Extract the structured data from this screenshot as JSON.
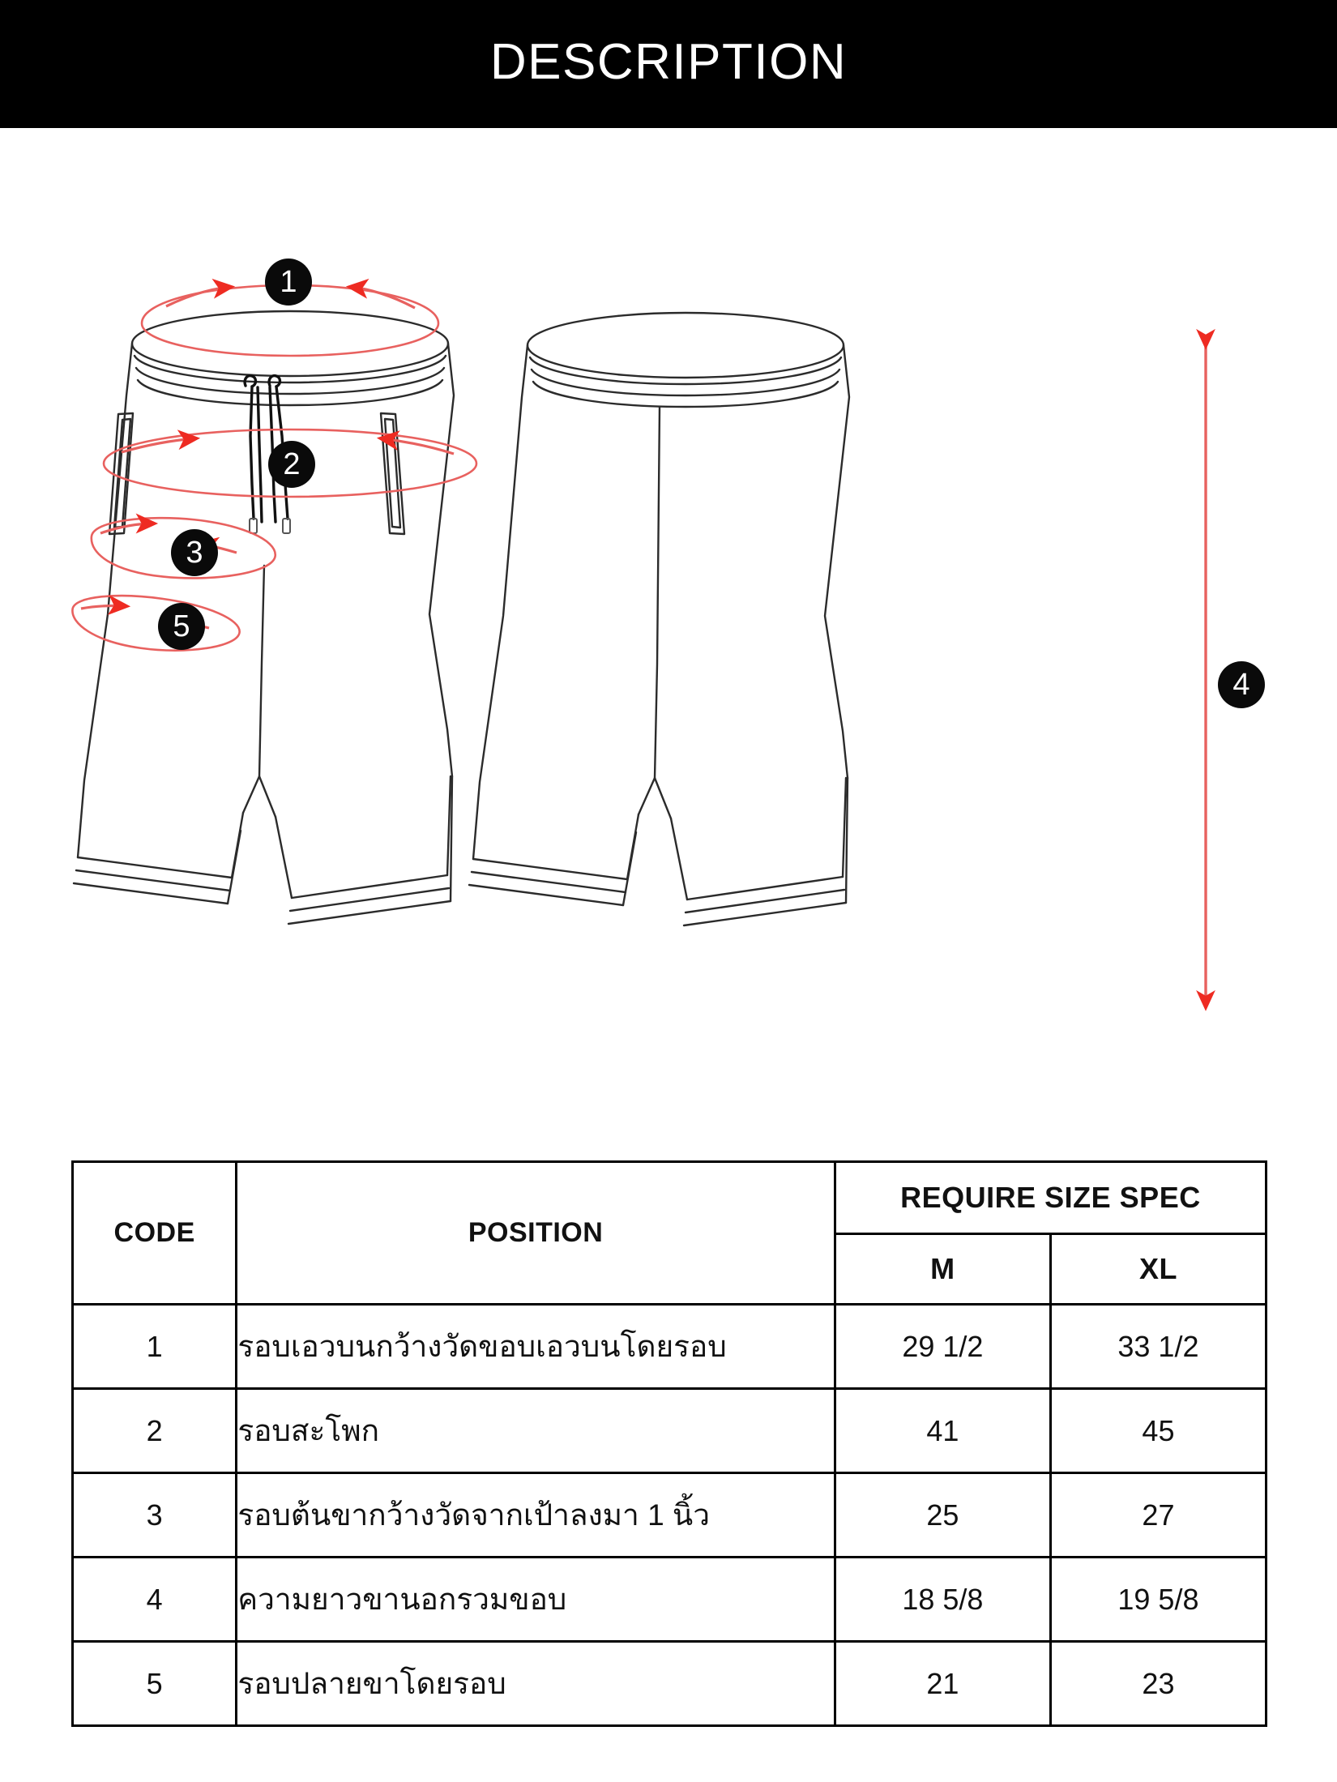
{
  "header": {
    "title": "DESCRIPTION"
  },
  "illustration": {
    "front_view_name": "shorts-front-technical-drawing",
    "back_view_name": "shorts-back-technical-drawing",
    "markers": [
      {
        "id": "1",
        "label": "1",
        "kind": "circumference-ellipse",
        "target": "upper waistband"
      },
      {
        "id": "2",
        "label": "2",
        "kind": "circumference-ellipse",
        "target": "hip"
      },
      {
        "id": "3",
        "label": "3",
        "kind": "circumference-ellipse",
        "target": "thigh"
      },
      {
        "id": "4",
        "label": "4",
        "kind": "vertical-double-arrow",
        "target": "outseam length"
      },
      {
        "id": "5",
        "label": "5",
        "kind": "circumference-ellipse",
        "target": "leg opening"
      }
    ],
    "colors": {
      "measure_line": "#e8615f",
      "arrow_head": "#ee2b22",
      "garment_line": "#2b2b2b",
      "marker_fill": "#0a0a0a",
      "marker_text": "#ffffff"
    }
  },
  "table": {
    "headers": {
      "code": "CODE",
      "position": "POSITION",
      "spec_group": "REQUIRE SIZE SPEC",
      "size_m": "M",
      "size_xl": "XL"
    },
    "rows": [
      {
        "code": "1",
        "position": "รอบเอวบนกว้างวัดขอบเอวบนโดยรอบ",
        "m": "29 1/2",
        "xl": "33 1/2"
      },
      {
        "code": "2",
        "position": "รอบสะโพก",
        "m": "41",
        "xl": "45"
      },
      {
        "code": "3",
        "position": "รอบต้นขากว้างวัดจากเป้าลงมา 1 นิ้ว",
        "m": "25",
        "xl": "27"
      },
      {
        "code": "4",
        "position": "ความยาวขานอกรวมขอบ",
        "m": "18 5/8",
        "xl": "19 5/8"
      },
      {
        "code": "5",
        "position": "รอบปลายขาโดยรอบ",
        "m": "21",
        "xl": "23"
      }
    ]
  }
}
